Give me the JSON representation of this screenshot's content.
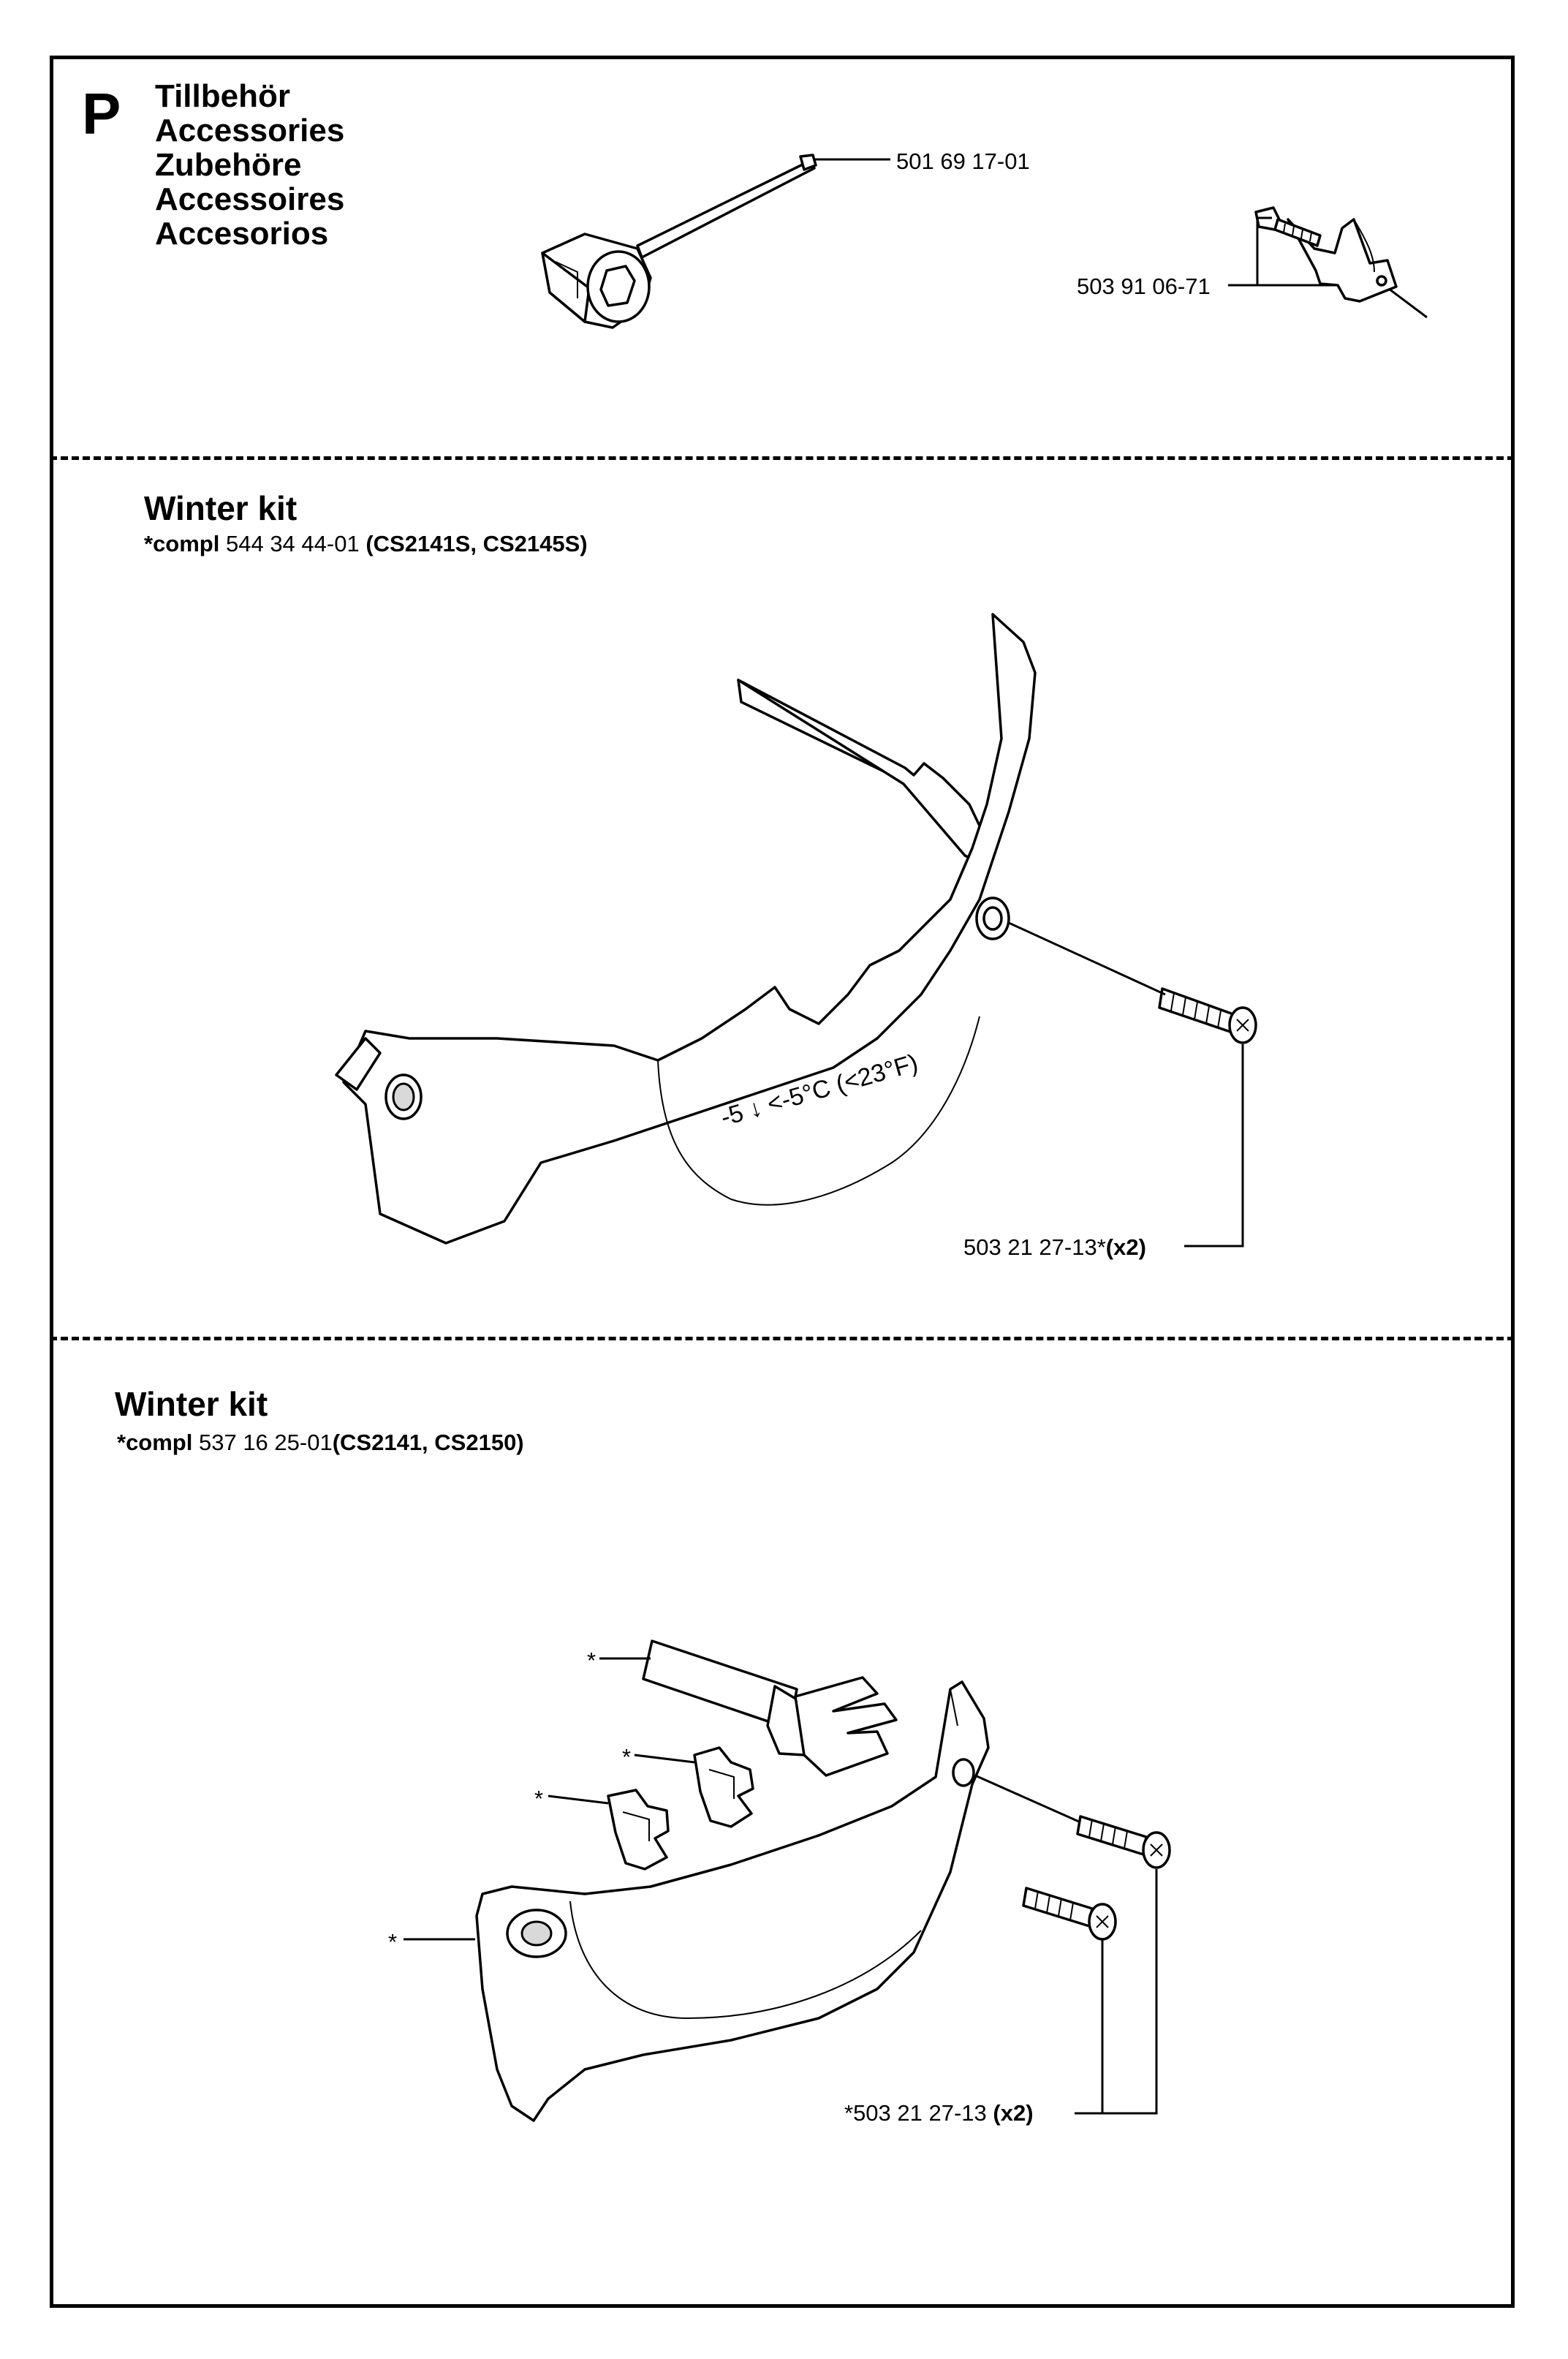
{
  "section": {
    "letter": "P",
    "titles": [
      "Tillbehör",
      "Accessories",
      "Zubehöre",
      "Accessoires",
      "Accesorios"
    ]
  },
  "top": {
    "tool_part": "501 69 17-01",
    "clip_part": "503 91 06-71"
  },
  "kit1": {
    "title": "Winter kit",
    "compl_label": "*compl",
    "compl_number": "544 34 44-01",
    "models": "(CS2141S, CS2145S)",
    "screw_part": "503 21 27-13*",
    "screw_qty": "(x2)",
    "cover_marking": "-5 ↓ <-5°C (<23°F)"
  },
  "kit2": {
    "title": "Winter kit",
    "compl_label": "*compl",
    "compl_number": "537 16 25-01",
    "models": "(CS2141, CS2150)",
    "asterisk": "*",
    "screw_part": "*503 21 27-13",
    "screw_qty": "(x2)"
  }
}
